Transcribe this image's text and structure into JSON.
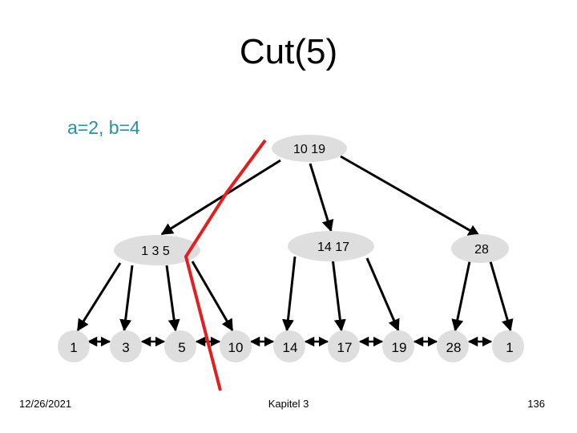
{
  "title": "Cut(5)",
  "params": "a=2, b=4",
  "colors": {
    "node_fill": "#dedede",
    "cut_line": "#e02020",
    "accent": "#2b8fa3"
  },
  "nodes": {
    "root": "10  19",
    "left": "1   3   5",
    "middle": "14   17",
    "right": "28"
  },
  "leaves": [
    "1",
    "3",
    "5",
    "10",
    "14",
    "17",
    "19",
    "28",
    "1"
  ],
  "footer": {
    "date": "12/26/2021",
    "center": "Kapitel 3",
    "page": "136"
  }
}
